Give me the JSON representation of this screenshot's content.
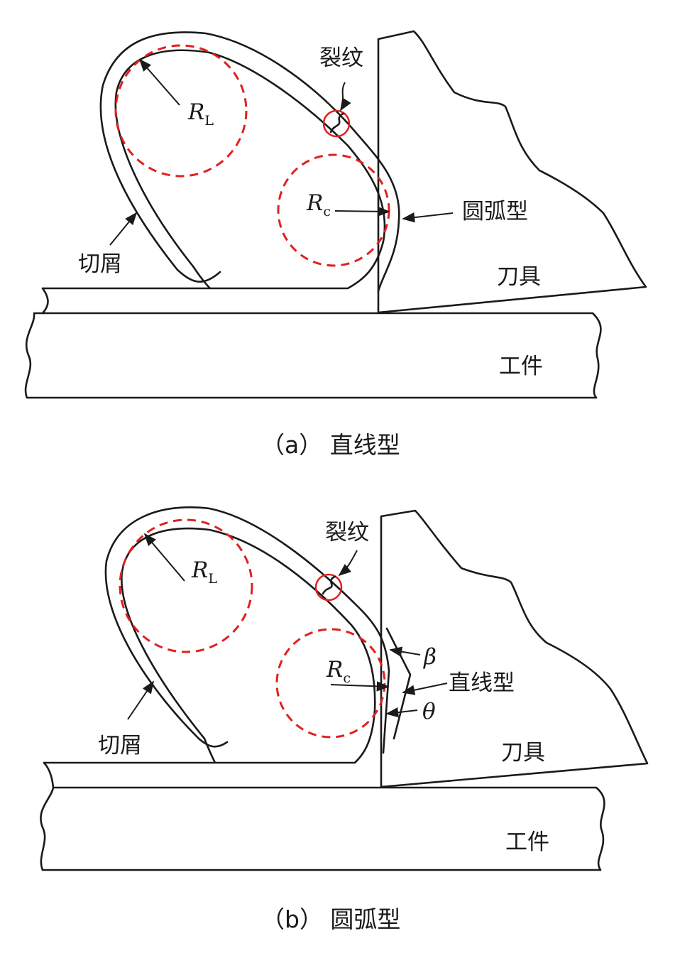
{
  "panel_a": {
    "crack_label": "裂纹",
    "shape_label": "圆弧型",
    "chip_label": "切屑",
    "tool_label": "刀具",
    "workpiece_label": "工件",
    "radius_L": {
      "main": "R",
      "sub": "L"
    },
    "radius_c": {
      "main": "R",
      "sub": "c"
    },
    "caption": "（a） 直线型"
  },
  "panel_b": {
    "crack_label": "裂纹",
    "shape_label": "直线型",
    "chip_label": "切屑",
    "tool_label": "刀具",
    "workpiece_label": "工件",
    "beta_label": "β",
    "theta_label": "θ",
    "radius_L": {
      "main": "R",
      "sub": "L"
    },
    "radius_c": {
      "main": "R",
      "sub": "c"
    },
    "caption": "（b） 圆弧型"
  },
  "colors": {
    "line": "#1a1a1a",
    "accent": "#e02020"
  }
}
